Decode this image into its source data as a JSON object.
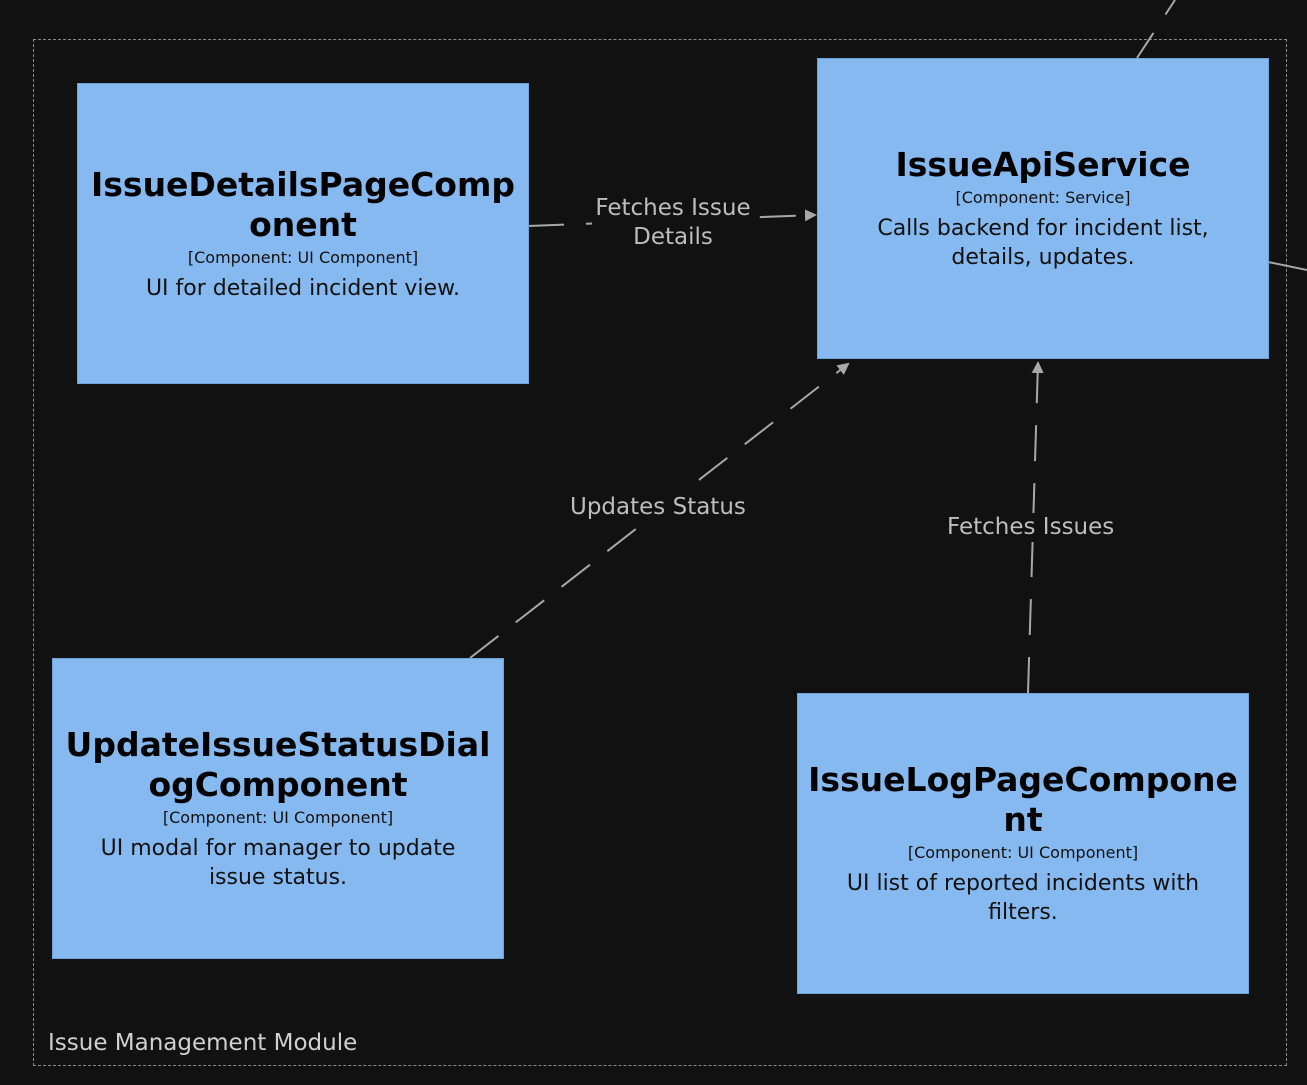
{
  "boundary": {
    "label": "Issue Management Module"
  },
  "nodes": {
    "details_page": {
      "name": "IssueDetailsPageComponent",
      "type": "[Component: UI Component]",
      "description": "UI for detailed incident view."
    },
    "api_service": {
      "name": "IssueApiService",
      "type": "[Component: Service]",
      "description": "Calls backend for incident list, details, updates."
    },
    "update_dialog": {
      "name": "UpdateIssueStatusDialogComponent",
      "type": "[Component: UI Component]",
      "description": "UI modal for manager to update issue status."
    },
    "log_page": {
      "name": "IssueLogPageComponent",
      "type": "[Component: UI Component]",
      "description": "UI list of reported incidents with filters."
    }
  },
  "edges": {
    "fetches_details": {
      "label_line1": "Fetches Issue",
      "label_line2": "Details"
    },
    "updates_status": {
      "label": "Updates Status"
    },
    "fetches_issues": {
      "label": "Fetches Issues"
    }
  },
  "colors": {
    "background": "#111111",
    "node_fill": "#85b9f0",
    "edge": "#a8a8a8",
    "text_muted": "#bdbdbd"
  }
}
